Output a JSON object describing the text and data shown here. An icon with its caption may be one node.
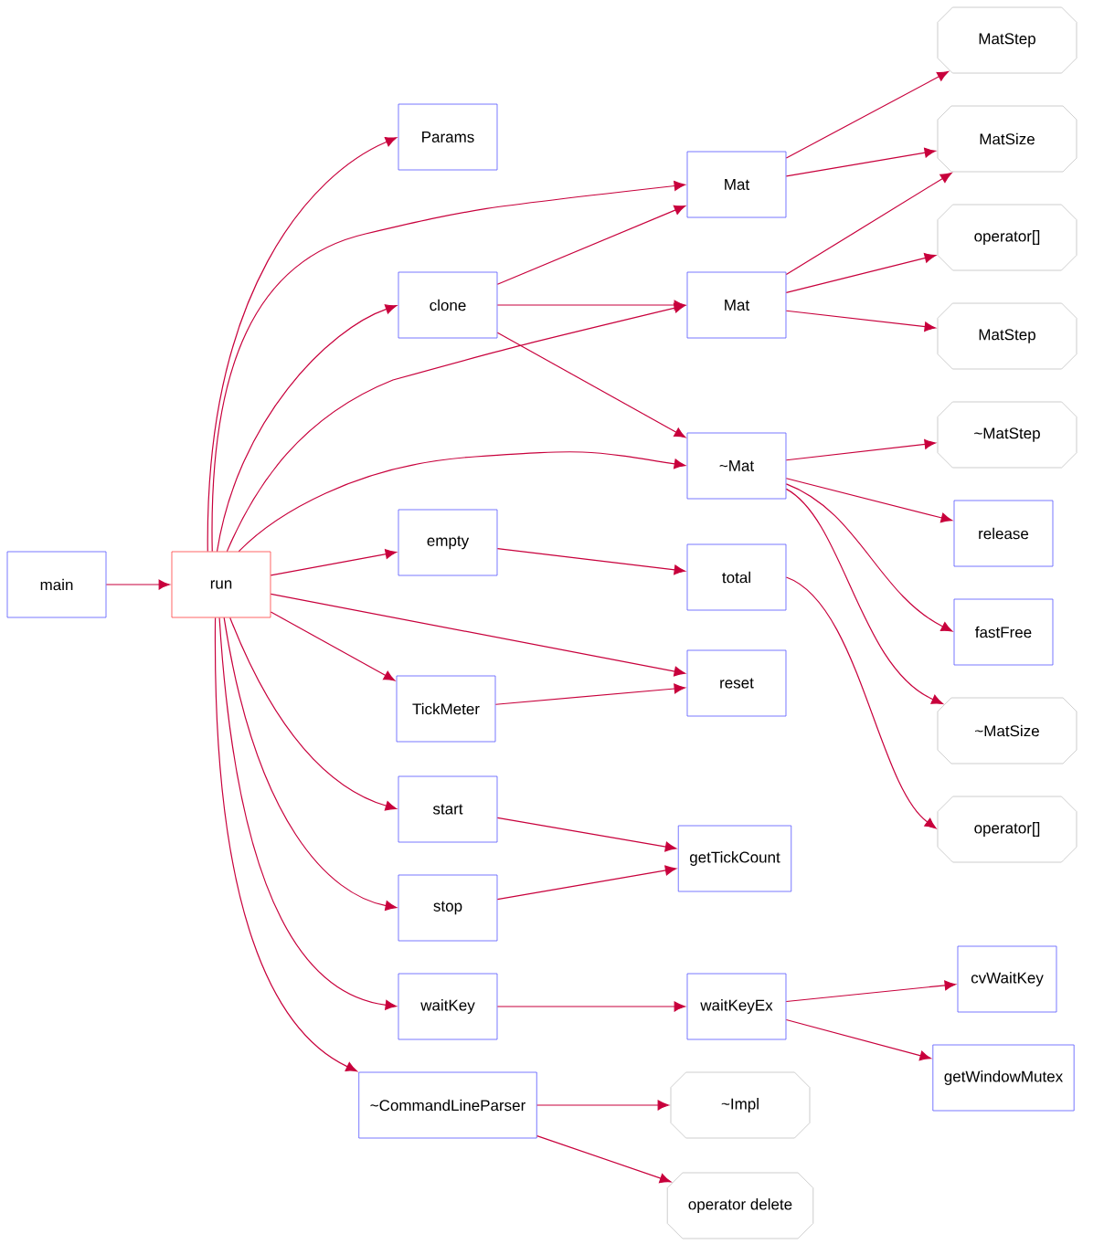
{
  "diagram": {
    "nodes": [
      {
        "text": [
          "main"
        ]
      },
      {
        "text": [
          "run"
        ]
      },
      {
        "text": [
          "Params"
        ]
      },
      {
        "text": [
          "clone"
        ]
      },
      {
        "text": [
          "empty"
        ]
      },
      {
        "text": [
          "TickMeter"
        ]
      },
      {
        "text": [
          "start"
        ]
      },
      {
        "text": [
          "stop"
        ]
      },
      {
        "text": [
          "waitKey"
        ]
      },
      {
        "text": [
          "~CommandLineParser"
        ]
      },
      {
        "text": [
          "Mat"
        ]
      },
      {
        "text": [
          "Mat"
        ]
      },
      {
        "text": [
          "~Mat"
        ]
      },
      {
        "text": [
          "total"
        ]
      },
      {
        "text": [
          "reset"
        ]
      },
      {
        "text": [
          "getTickCount"
        ]
      },
      {
        "text": [
          "waitKeyEx"
        ]
      },
      {
        "text": [
          "~Impl"
        ]
      },
      {
        "text": [
          "operator delete"
        ]
      },
      {
        "text": [
          "MatStep"
        ]
      },
      {
        "text": [
          "MatSize"
        ]
      },
      {
        "text": [
          "operator[]"
        ]
      },
      {
        "text": [
          "MatStep"
        ]
      },
      {
        "text": [
          "~MatStep"
        ]
      },
      {
        "text": [
          "release"
        ]
      },
      {
        "text": [
          "fastFree"
        ]
      },
      {
        "text": [
          "~MatSize"
        ]
      },
      {
        "text": [
          "operator[]"
        ]
      },
      {
        "text": [
          "cvWaitKey"
        ]
      },
      {
        "text": [
          "getWindowMutex"
        ]
      }
    ],
    "edges": [
      {
        "from": 0,
        "to": 1,
        "arrow": "to"
      },
      {
        "from": 1,
        "to": 2,
        "arrow": "to"
      },
      {
        "from": 1,
        "to": 10,
        "arrow": "to"
      },
      {
        "from": 1,
        "to": 3,
        "arrow": "to"
      },
      {
        "from": 1,
        "to": 11,
        "arrow": "to"
      },
      {
        "from": 1,
        "to": 12,
        "arrow": "to"
      },
      {
        "from": 1,
        "to": 4,
        "arrow": "to"
      },
      {
        "from": 1,
        "to": 14,
        "arrow": "to"
      },
      {
        "from": 1,
        "to": 5,
        "arrow": "to"
      },
      {
        "from": 1,
        "to": 6,
        "arrow": "to"
      },
      {
        "from": 1,
        "to": 7,
        "arrow": "to"
      },
      {
        "from": 1,
        "to": 8,
        "arrow": "to"
      },
      {
        "from": 1,
        "to": 9,
        "arrow": "to"
      },
      {
        "from": 3,
        "to": 10,
        "arrow": "to"
      },
      {
        "from": 3,
        "to": 11,
        "arrow": "to"
      },
      {
        "from": 3,
        "to": 12,
        "arrow": "to"
      },
      {
        "from": 4,
        "to": 13,
        "arrow": "to"
      },
      {
        "from": 5,
        "to": 14,
        "arrow": "to"
      },
      {
        "from": 6,
        "to": 15,
        "arrow": "to"
      },
      {
        "from": 7,
        "to": 15,
        "arrow": "to"
      },
      {
        "from": 8,
        "to": 16,
        "arrow": "to"
      },
      {
        "from": 9,
        "to": 17,
        "arrow": "to"
      },
      {
        "from": 9,
        "to": 18,
        "arrow": "to"
      },
      {
        "from": 10,
        "to": 19,
        "arrow": "to"
      },
      {
        "from": 10,
        "to": 20,
        "arrow": "to"
      },
      {
        "from": 11,
        "to": 20,
        "arrow": "to"
      },
      {
        "from": 11,
        "to": 21,
        "arrow": "to"
      },
      {
        "from": 11,
        "to": 22,
        "arrow": "to"
      },
      {
        "from": 12,
        "to": 23,
        "arrow": "to"
      },
      {
        "from": 12,
        "to": 24,
        "arrow": "to"
      },
      {
        "from": 12,
        "to": 25,
        "arrow": "to"
      },
      {
        "from": 12,
        "to": 26,
        "arrow": "to"
      },
      {
        "from": 13,
        "to": 27,
        "arrow": "to"
      },
      {
        "from": 16,
        "to": 28,
        "arrow": "to"
      },
      {
        "from": 16,
        "to": 29,
        "arrow": "to"
      }
    ]
  }
}
